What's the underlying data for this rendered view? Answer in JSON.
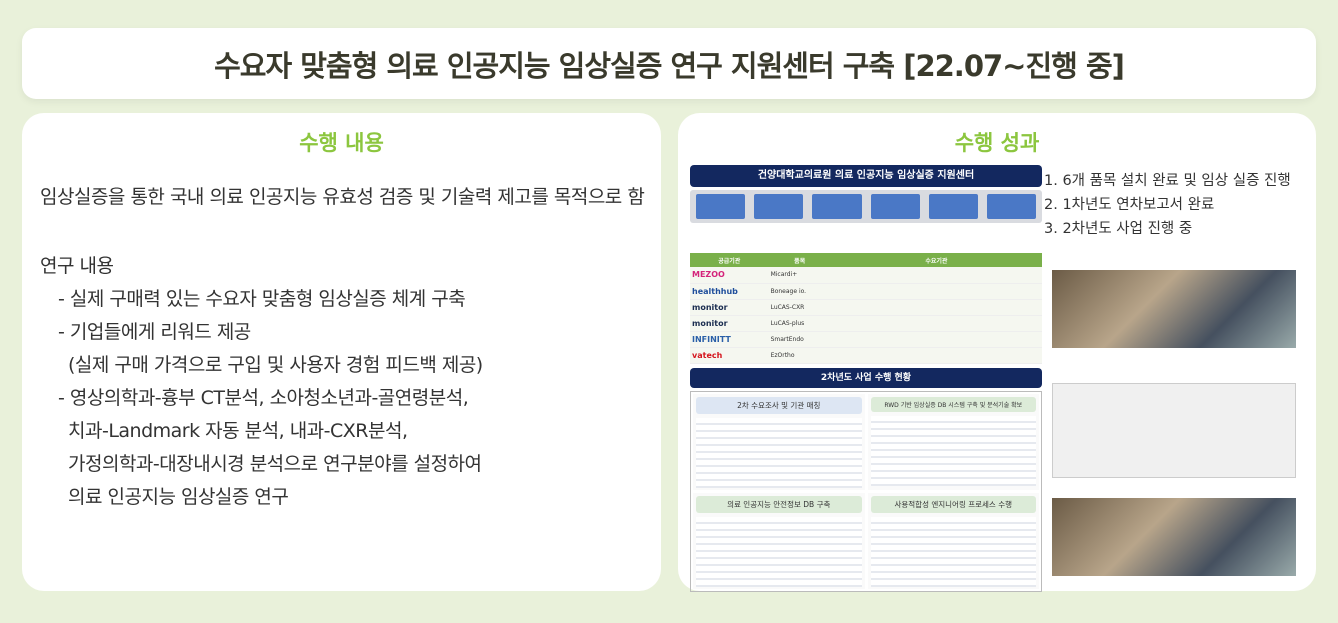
{
  "title": "수요자 맞춤형 의료 인공지능 임상실증 연구 지원센터 구축 [22.07~진행 중]",
  "left": {
    "heading": "수행 내용",
    "purpose": "임상실증을 통한 국내 의료 인공지능 유효성 검증 및 기술력 제고를 목적으로 함",
    "research_label": "연구 내용",
    "items": [
      "- 실제 구매력 있는 수요자 맞춤형 임상실증 체계 구축",
      "- 기업들에게 리워드 제공",
      "(실제 구매 가격으로 구입 및 사용자 경험 피드백 제공)",
      "- 영상의학과-흉부 CT분석, 소아청소년과-골연령분석,",
      "치과-Landmark 자동 분석, 내과-CXR분석,",
      "가정의학과-대장내시경 분석으로 연구분야를 설정하여",
      "의료 인공지능 임상실증 연구"
    ]
  },
  "right": {
    "heading": "수행 성과",
    "results": [
      "1. 6개 품목 설치 완료 및 임상 실증 진행",
      "2. 1차년도 연차보고서 완료",
      "3. 2차년도 사업 진행 중"
    ],
    "figure": {
      "title": "건양대학교의료원 의료 인공지능 임상실증 지원센터",
      "table_headers": [
        "공급기관",
        "품목",
        "수요기관"
      ],
      "rows": [
        {
          "logo": "MEZOO",
          "product": "Micardi+"
        },
        {
          "logo": "healthhub",
          "product": "Boneage io."
        },
        {
          "logo": "monitor",
          "product": "LuCAS-CXR"
        },
        {
          "logo": "monitor",
          "product": "LuCAS-plus"
        },
        {
          "logo": "INFINITT",
          "product": "SmartEndo"
        },
        {
          "logo": "vatech",
          "product": "EzOrtho"
        }
      ],
      "year2_title": "2차년도 사업 수행 현황",
      "quadrants": [
        "2차 수요조사 및 기관 매칭",
        "RWD 기반 임상실증 DB 시스템 구축 및 분석기술 확보",
        "의료 인공지능 안전정보 DB 구축",
        "사용적합성 엔지니어링 프로세스 수행"
      ]
    }
  }
}
